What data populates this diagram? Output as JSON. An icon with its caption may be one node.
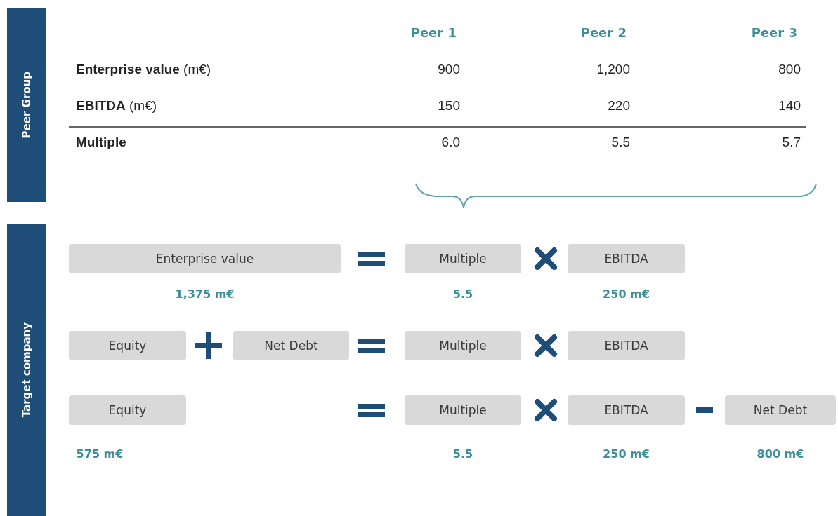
{
  "diagram": {
    "nodes": [
      {
        "text": [
          "Peer Group"
        ]
      },
      {
        "text": [
          "Target company"
        ]
      },
      {
        "text": [
          "Enterprise value"
        ],
        "beside": [
          "1,375 m€"
        ]
      },
      {
        "text": [
          "Multiple"
        ],
        "beside": [
          "5.5"
        ]
      },
      {
        "text": [
          "EBITDA"
        ],
        "beside": [
          "250 m€"
        ]
      },
      {
        "text": [
          "Equity"
        ]
      },
      {
        "text": [
          "Net Debt"
        ]
      },
      {
        "text": [
          "Multiple"
        ]
      },
      {
        "text": [
          "EBITDA"
        ]
      },
      {
        "text": [
          "Equity"
        ],
        "beside": [
          "575 m€"
        ]
      },
      {
        "text": [
          "Multiple"
        ],
        "beside": [
          "5.5"
        ]
      },
      {
        "text": [
          "EBITDA"
        ],
        "beside": [
          "250 m€"
        ]
      },
      {
        "text": [
          "Net Debt"
        ],
        "beside": [
          "800 m€"
        ]
      }
    ],
    "labels": [
      "Peer 1",
      "Peer 2",
      "Peer 3",
      "**Enterprise value** (m€)",
      "900",
      "1,200",
      "800",
      "**EBITDA** (m€)",
      "150",
      "220",
      "140",
      "Multiple",
      "6.0",
      "5.5",
      "5.7"
    ]
  }
}
